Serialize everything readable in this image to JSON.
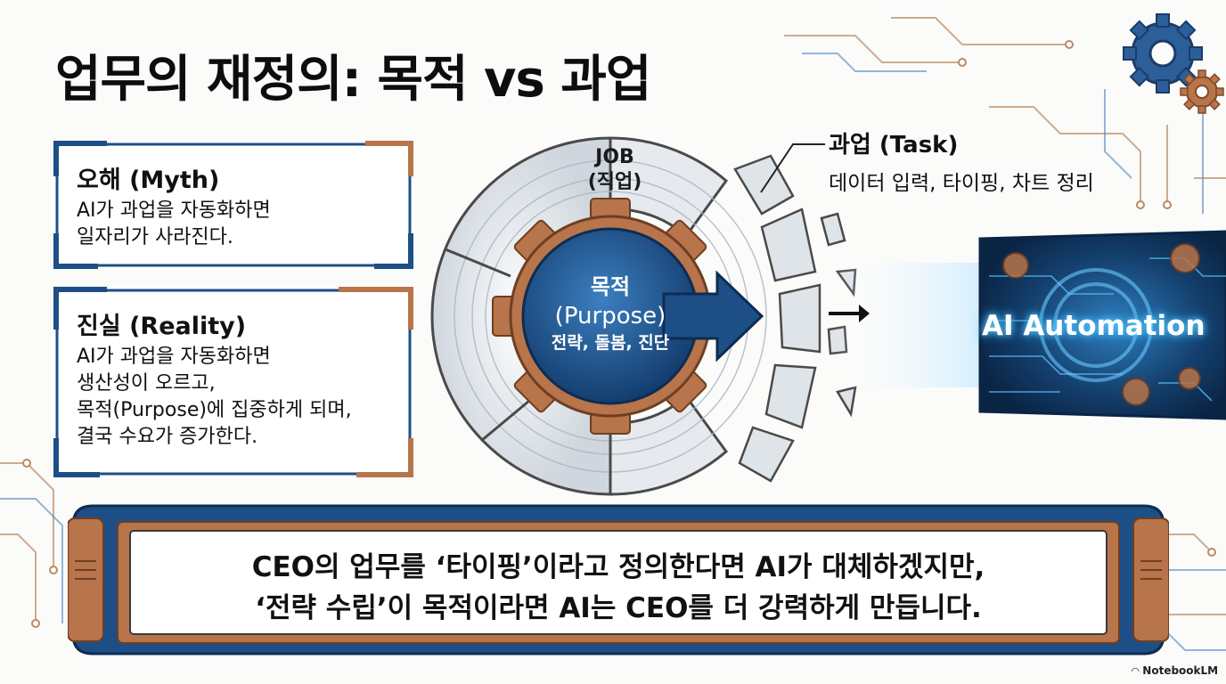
{
  "title": "업무의 재정의: 목적 vs 과업",
  "myth": {
    "heading": "오해 (Myth)",
    "lines": [
      "AI가 과업을 자동화하면",
      "일자리가 사라진다."
    ]
  },
  "reality": {
    "heading": "진실 (Reality)",
    "lines": [
      "AI가 과업을 자동화하면",
      "생산성이 오르고,",
      "목적(Purpose)에 집중하게 되며,",
      "결국 수요가 증가한다."
    ]
  },
  "job": {
    "line1": "JOB",
    "line2": "(직업)"
  },
  "purpose": {
    "line1": "목적",
    "line2": "(Purpose)",
    "line3": "전략, 돌봄, 진단"
  },
  "task": {
    "heading": "과업 (Task)",
    "body": "데이터 입력, 타이핑, 차트 정리"
  },
  "ai": {
    "label": "AI Automation"
  },
  "banner": {
    "line1": "CEO의 업무를 ‘타이핑’이라고 정의한다면 AI가 대체하겠지만,",
    "line2": "‘전략 수립’이 목적이라면 AI는 CEO를 더 강력하게 만듭니다."
  },
  "watermark": "NotebookLM",
  "colors": {
    "navy": "#1d4f86",
    "copper": "#b8744a",
    "cyan": "#3fb8ee"
  }
}
